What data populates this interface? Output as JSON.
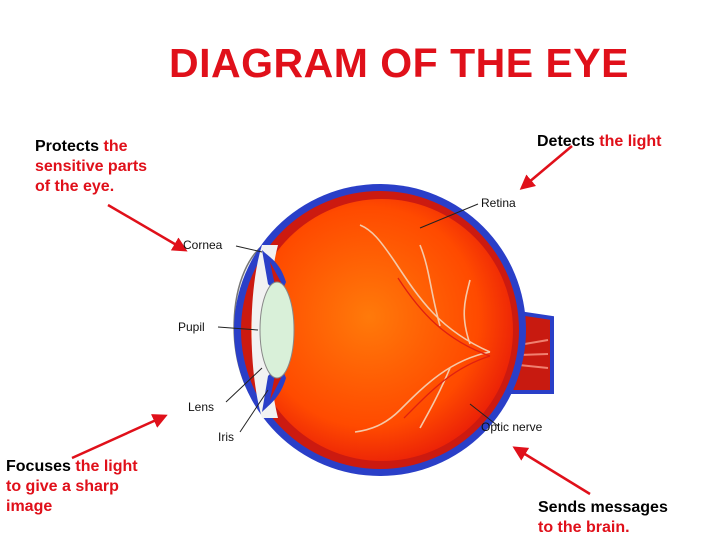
{
  "title": "DIAGRAM OF THE EYE",
  "notes": {
    "protects": {
      "black": "Protects",
      "red_line1": "the",
      "red_line2": "sensitive parts",
      "red_line3": "of the eye."
    },
    "detects": {
      "black": "Detects",
      "red": "the light"
    },
    "focuses": {
      "black": "Focuses",
      "red_line1": "the light",
      "red_line2": "to give a sharp",
      "red_line3": "image"
    },
    "sends": {
      "line1": "Sends messages",
      "line2": "to the brain."
    }
  },
  "labels": {
    "cornea": "Cornea",
    "pupil": "Pupil",
    "lens": "Lens",
    "iris": "Iris",
    "retina": "Retina",
    "optic_nerve": "Optic nerve"
  },
  "colors": {
    "title": "#e0101a",
    "accent_red": "#e0101a",
    "eyeball_orange": "#ff5a00",
    "sclera_blue": "#2a3fc8",
    "lens_green": "#d9f0d9"
  }
}
